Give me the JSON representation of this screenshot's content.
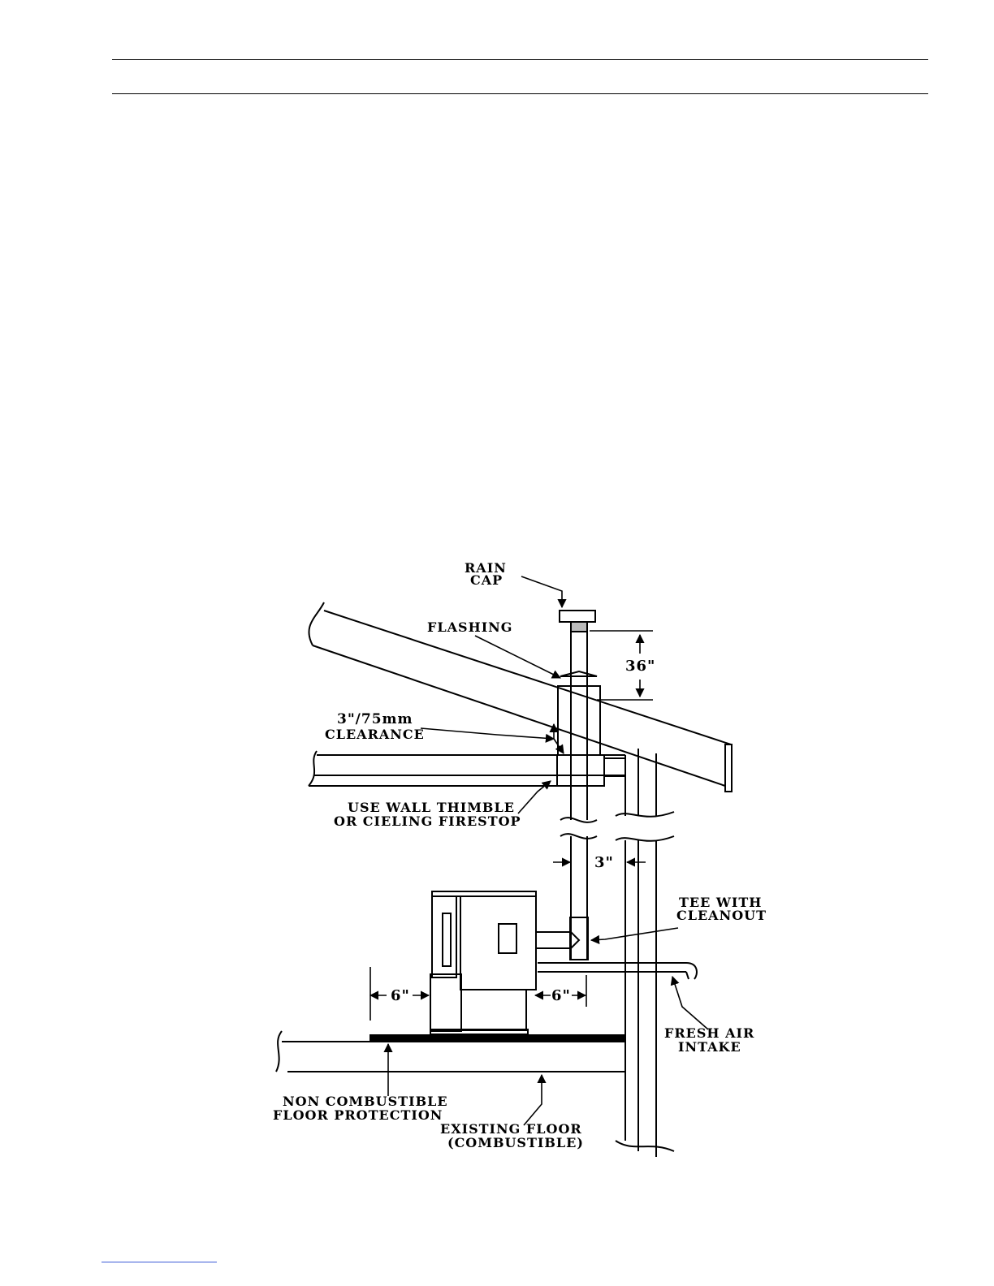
{
  "labels": {
    "rain_cap_1": "RAIN",
    "rain_cap_2": "CAP",
    "flashing": "FLASHING",
    "dim_36": "36\"",
    "clearance_1": "3\"/75mm",
    "clearance_2": "CLEARANCE",
    "thimble_1": "USE WALL THIMBLE",
    "thimble_2": "OR CIELING FIRESTOP",
    "dim_3": "3\"",
    "tee_1": "TEE WITH",
    "tee_2": "CLEANOUT",
    "dim_6_left": "6\"",
    "dim_6_right": "6\"",
    "fresh_air_1": "FRESH AIR",
    "fresh_air_2": "INTAKE",
    "floor_prot_1": "NON COMBUSTIBLE",
    "floor_prot_2": "FLOOR PROTECTION",
    "existing_floor_1": "EXISTING FLOOR",
    "existing_floor_2": "(COMBUSTIBLE)"
  }
}
